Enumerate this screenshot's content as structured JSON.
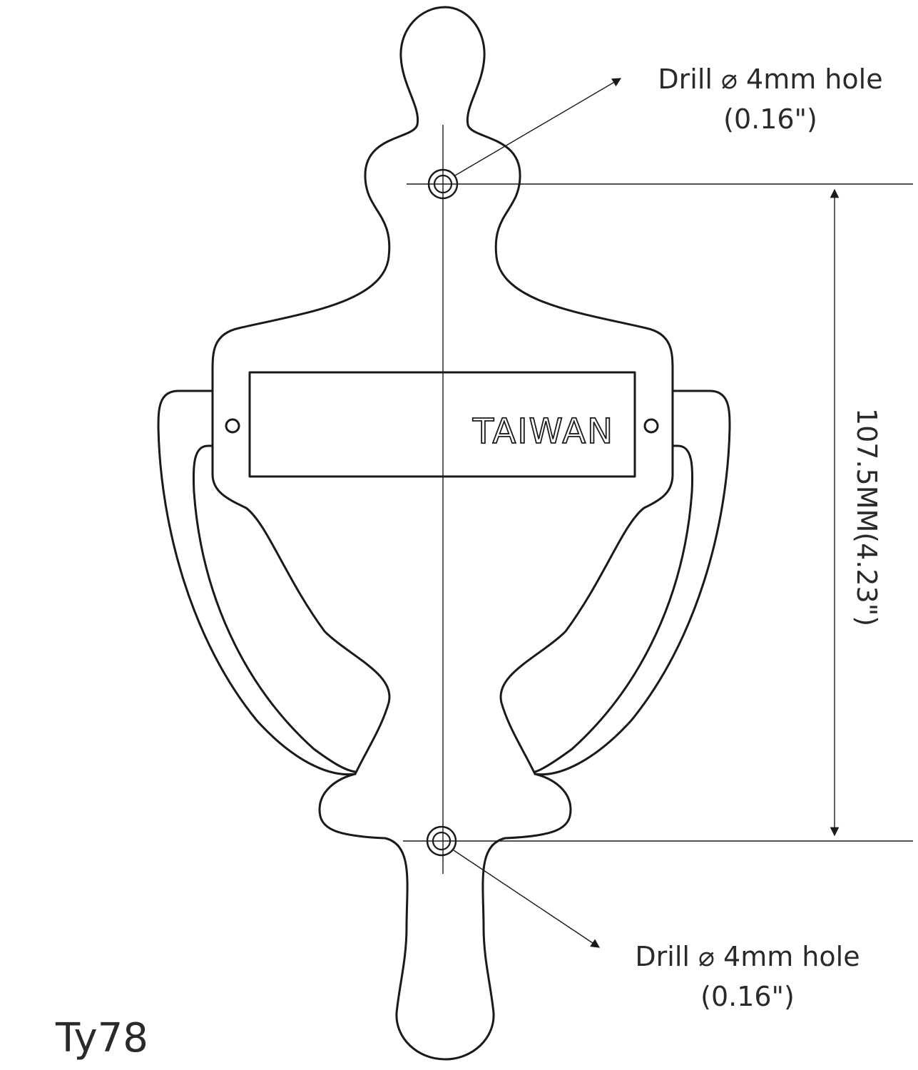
{
  "plate_text": "TAIWAN",
  "top_hole": {
    "line1": "Drill ⌀ 4mm hole",
    "line2": "(0.16\")"
  },
  "bottom_hole": {
    "line1": "Drill ⌀ 4mm hole",
    "line2": "(0.16\")"
  },
  "dimension_label": "107.5MM(4.23\")",
  "model": "Ty78"
}
